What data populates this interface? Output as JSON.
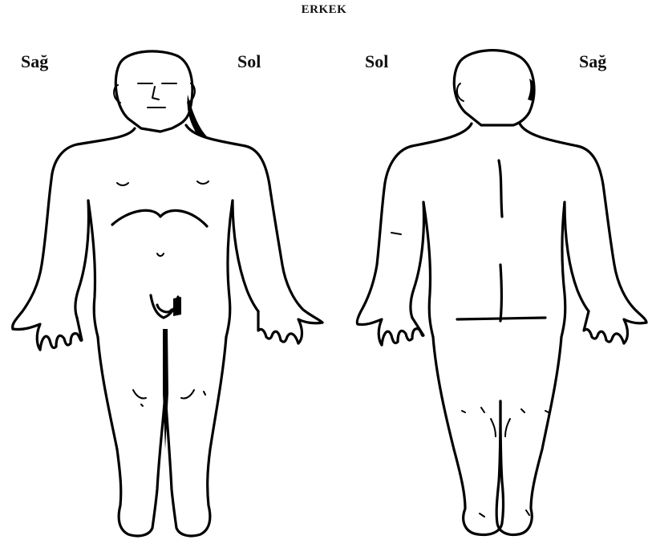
{
  "diagram": {
    "title": "ERKEK",
    "front_view": {
      "label_right_side": "Sağ",
      "label_left_side": "Sol"
    },
    "back_view": {
      "label_left_side": "Sol",
      "label_right_side": "Sağ"
    }
  }
}
